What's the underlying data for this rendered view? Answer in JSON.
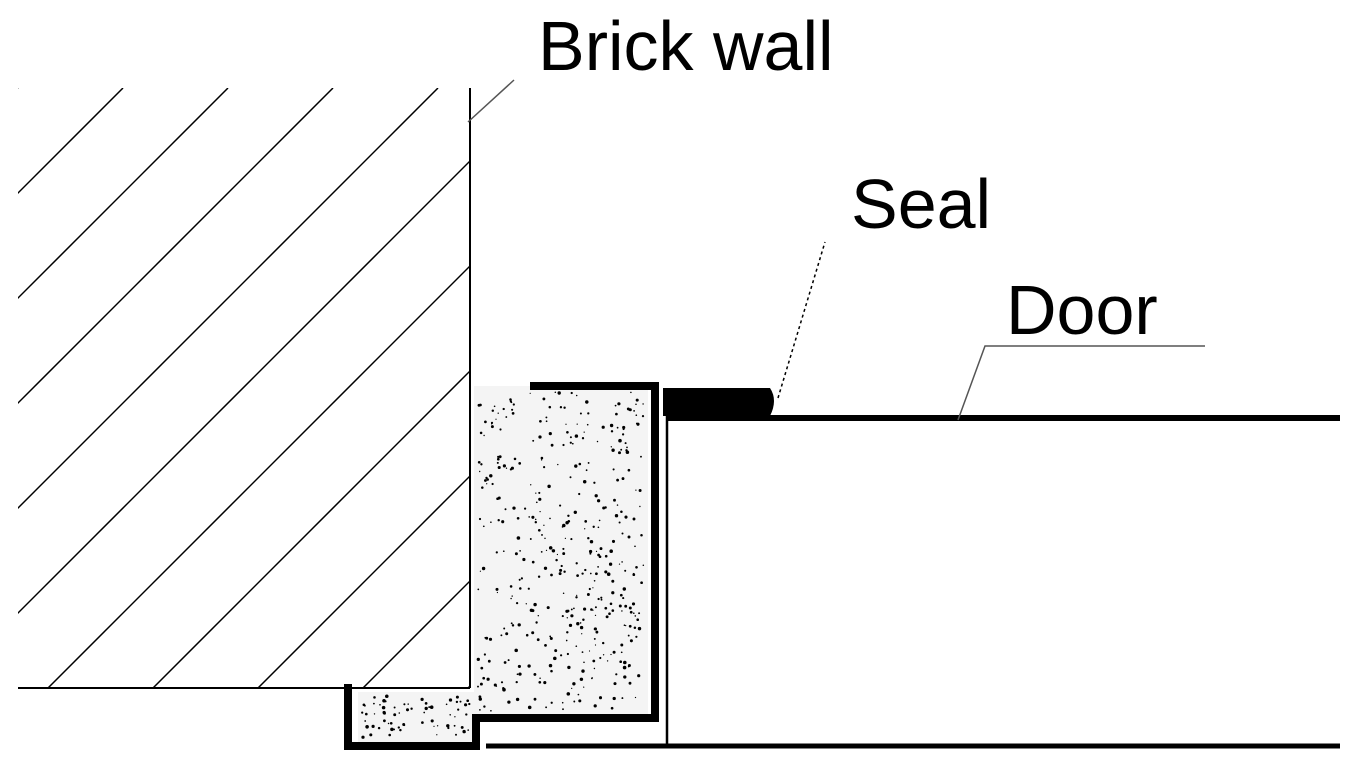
{
  "labels": {
    "brick_wall": "Brick wall",
    "seal": "Seal",
    "door": "Door"
  },
  "colors": {
    "ink": "#000000",
    "leader": "#555555",
    "background": "#ffffff"
  }
}
